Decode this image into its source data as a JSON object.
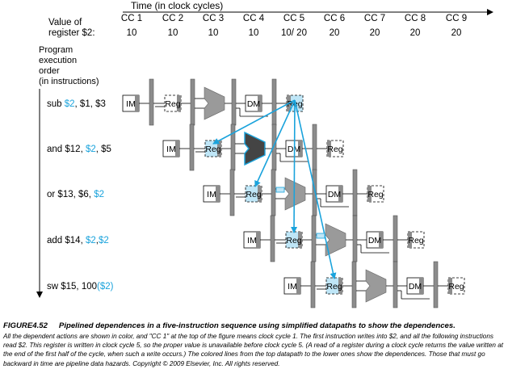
{
  "header": {
    "time_label": "Time (in clock cycles)",
    "value_label_1": "Value of",
    "value_label_2": "register $2:",
    "cycles": [
      "CC 1",
      "CC 2",
      "CC 3",
      "CC 4",
      "CC 5",
      "CC 6",
      "CC 7",
      "CC 8",
      "CC 9"
    ],
    "values": [
      "10",
      "10",
      "10",
      "10",
      "10/ 20",
      "20",
      "20",
      "20",
      "20"
    ]
  },
  "order_label": [
    "Program",
    "execution",
    "order",
    "(in instructions)"
  ],
  "instructions": [
    [
      {
        "t": "sub ",
        "c": false
      },
      {
        "t": "$2",
        "c": true
      },
      {
        "t": ", $1, $3",
        "c": false
      }
    ],
    [
      {
        "t": "and $12, ",
        "c": false
      },
      {
        "t": "$2",
        "c": true
      },
      {
        "t": ", $5",
        "c": false
      }
    ],
    [
      {
        "t": "or $13, $6, ",
        "c": false
      },
      {
        "t": "$2",
        "c": true
      }
    ],
    [
      {
        "t": "add $14, ",
        "c": false
      },
      {
        "t": "$2",
        "c": true
      },
      {
        "t": ",",
        "c": false
      },
      {
        "t": "$2",
        "c": true
      }
    ],
    [
      {
        "t": "sw $15, 100",
        "c": false
      },
      {
        "t": "($2)",
        "c": true
      }
    ]
  ],
  "stage_labels": {
    "im": "IM",
    "reg": "Reg",
    "dm": "DM"
  },
  "colors": {
    "highlight": "#1aa3dc",
    "gray": "#8c8c8c",
    "dark": "#444444",
    "black": "#000000"
  },
  "caption": {
    "figure": "FIGURE4.52",
    "title": "Pipelined dependences in a five-instruction sequence using simplified datapaths to show the dependences.",
    "body": "All the dependent actions are shown in color, and \"CC 1\" at the top of the figure means clock cycle 1. The first instruction writes into $2, and all the following instructions read $2. This register is written in clock cycle 5, so the proper value is unavailable before clock cycle 5. (A read of a register during a clock cycle returns the value written at the end of the first half of the cycle, when such a write occurs.) The colored lines from the top datapath to the lower ones show the dependences. Those that must go backward in time are pipeline data hazards. Copyright © 2009 Elsevier, Inc. All rights reserved."
  }
}
